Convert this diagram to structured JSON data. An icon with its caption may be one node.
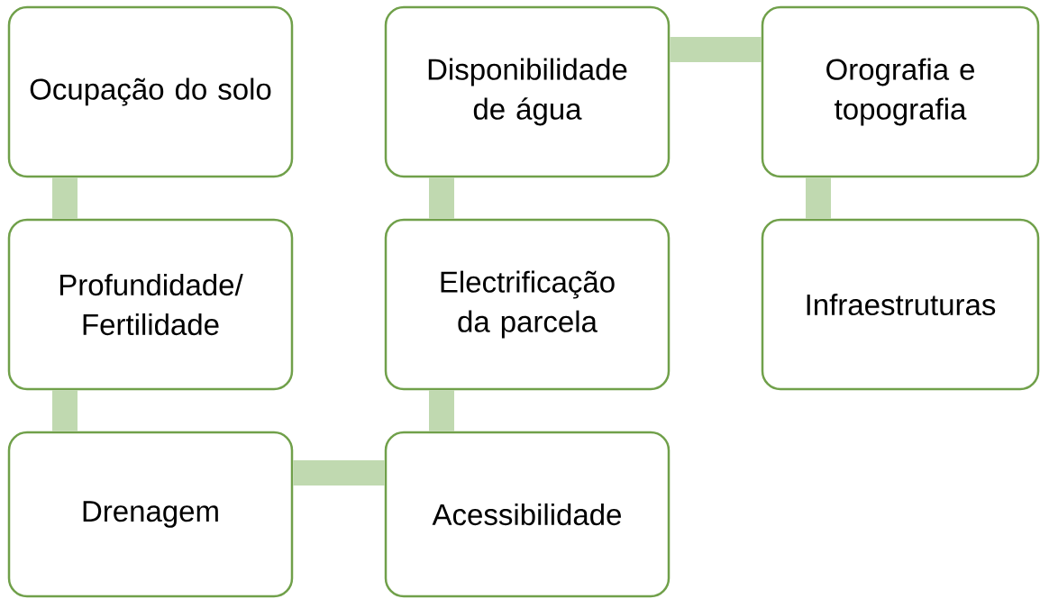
{
  "diagram": {
    "nodes": [
      {
        "text": [
          "Ocupação do solo"
        ]
      },
      {
        "text": [
          "Disponibilidade de água"
        ]
      },
      {
        "text": [
          "Orografia e topografia"
        ]
      },
      {
        "text": [
          "Profundidade/ Fertilidade"
        ]
      },
      {
        "text": [
          "Electrificação da parcela"
        ]
      },
      {
        "text": [
          "Infraestruturas"
        ]
      },
      {
        "text": [
          "Drenagem"
        ]
      },
      {
        "text": [
          "Acessibilidade"
        ]
      }
    ],
    "edges": [
      {
        "from": 0,
        "to": 3,
        "arrow": "none"
      },
      {
        "from": 3,
        "to": 6,
        "arrow": "none"
      },
      {
        "from": 6,
        "to": 7,
        "arrow": "none"
      },
      {
        "from": 7,
        "to": 4,
        "arrow": "none"
      },
      {
        "from": 4,
        "to": 1,
        "arrow": "none"
      },
      {
        "from": 1,
        "to": 2,
        "arrow": "none"
      },
      {
        "from": 2,
        "to": 5,
        "arrow": "none"
      }
    ]
  }
}
